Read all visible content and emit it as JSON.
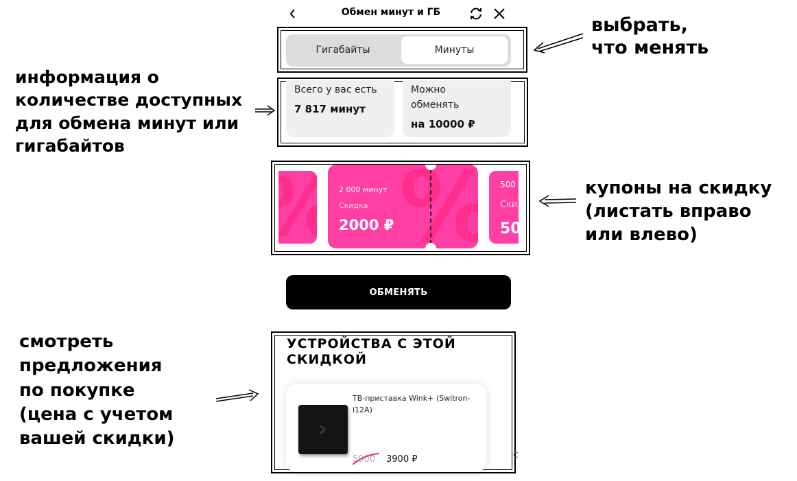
{
  "header": {
    "title": "Обмен минут и ГБ",
    "back_icon": "chevron-left-icon",
    "refresh_icon": "refresh-icon",
    "close_icon": "close-icon"
  },
  "tabs": [
    {
      "label": "Гигабайты",
      "selected": false
    },
    {
      "label": "Минуты",
      "selected": true
    }
  ],
  "info": {
    "total_label": "Всего у вас есть",
    "total_value": "7 817 минут",
    "exchangeable_label_1": "Можно",
    "exchangeable_label_2": "обменять",
    "exchangeable_value": "на 10000 ₽"
  },
  "coupons": {
    "main": {
      "amount": "2 000 минут",
      "label": "Скидка",
      "discount": "2000 ₽"
    },
    "next_partial": {
      "amount": "500",
      "label": "Ски",
      "discount": "50"
    },
    "symbol": "%"
  },
  "exchange_button": "ОБМЕНЯТЬ",
  "devices": {
    "title_line1": "УСТРОЙСТВА С ЭТОЙ",
    "title_line2": "СКИДКОЙ",
    "product": {
      "name": "ТВ-приставка Wink+ (Switron-i12A)",
      "old_price": "5900",
      "new_price": "3900 ₽"
    },
    "stray_char": "с"
  },
  "annotations": {
    "choose": [
      "выбрать,",
      "что менять"
    ],
    "info": [
      "информация о",
      "количестве доступных",
      "для обмена минут или",
      "гигабайтов"
    ],
    "coupons": [
      "купоны на скидку",
      "(листать вправо",
      "или влево)"
    ],
    "offers": [
      "смотреть",
      "предложения",
      "по покупке",
      "(цена с учетом",
      "вашей скидки)"
    ]
  },
  "colors": {
    "accent_pink": "#ff3fa3",
    "percent_pink": "#ff2d8c",
    "button_black": "#000000",
    "old_price_strike": "#e0337f"
  }
}
